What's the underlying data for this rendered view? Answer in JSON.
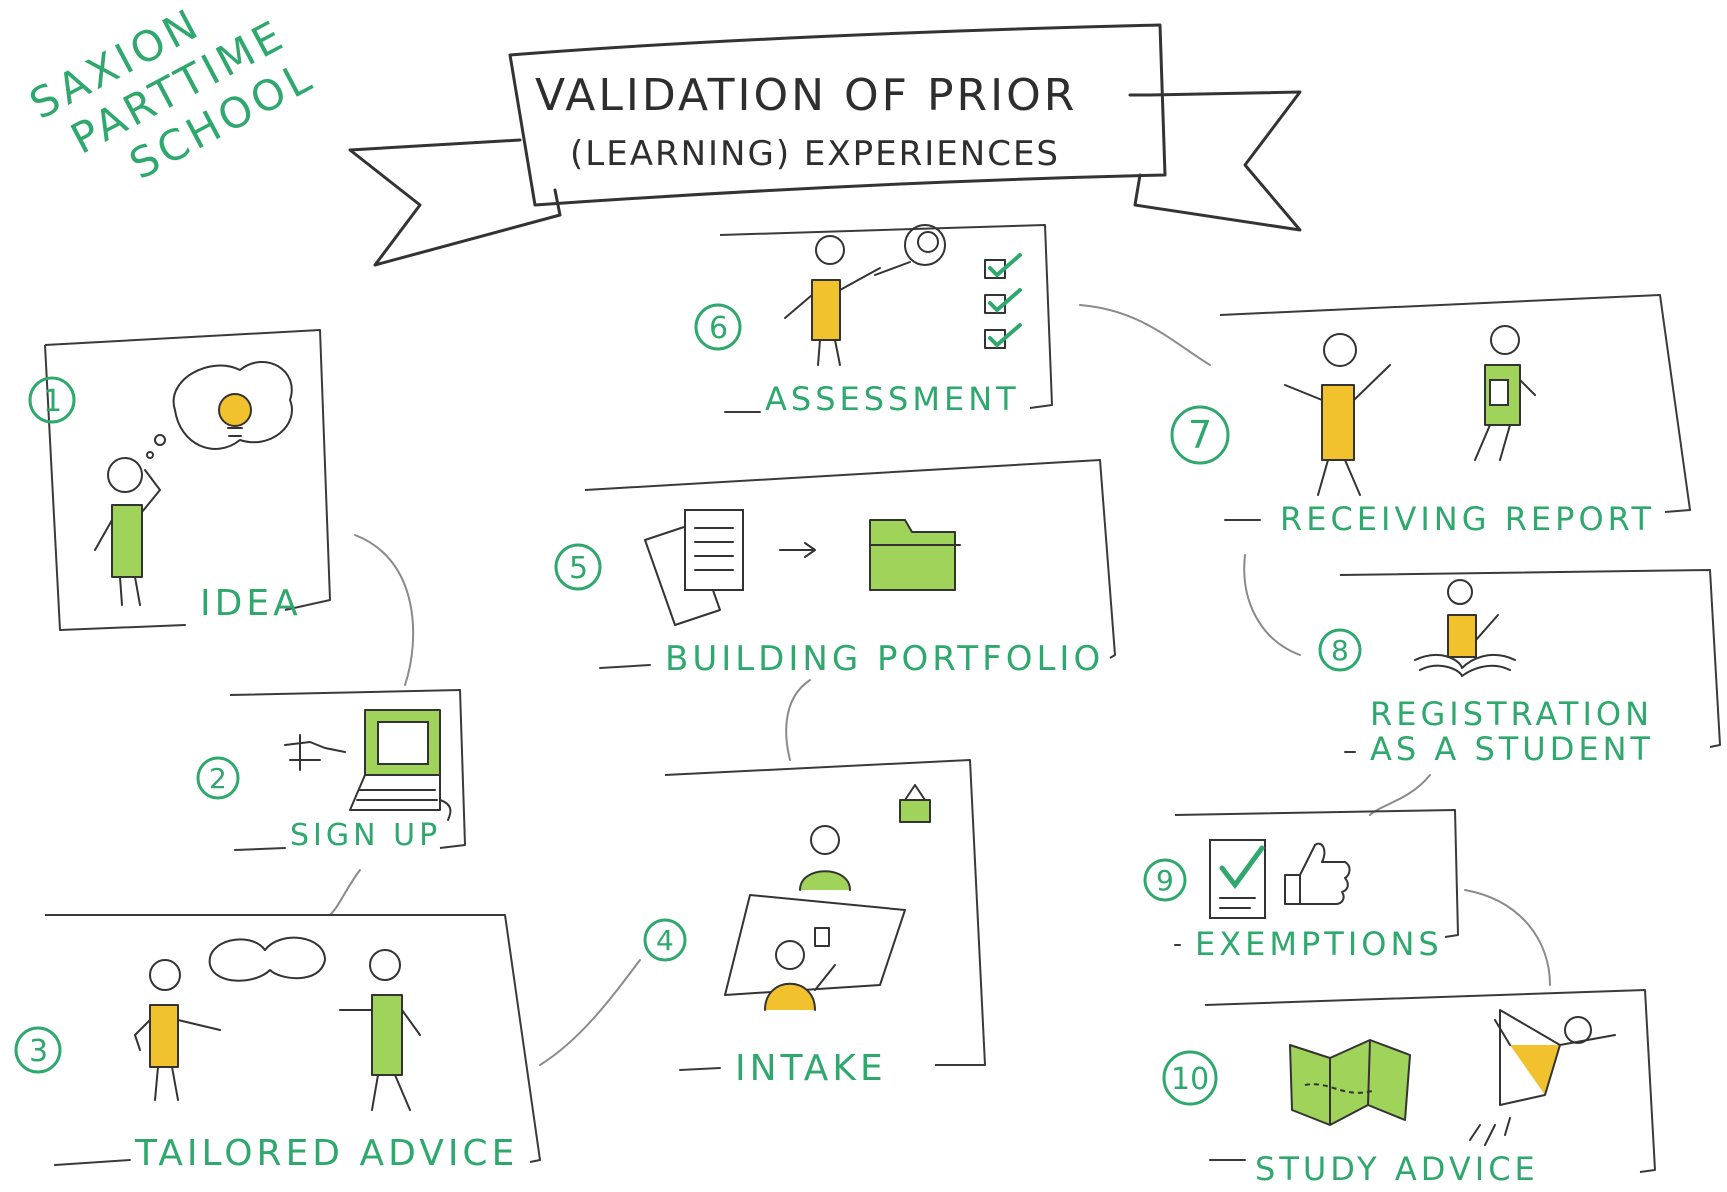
{
  "school": [
    "SAXION",
    "PARTTIME",
    "SCHOOL"
  ],
  "banner": {
    "line1": "VALIDATION   OF   PRIOR",
    "line2": "(LEARNING) EXPERIENCES"
  },
  "steps": [
    {
      "number": "1",
      "label": "IDEA"
    },
    {
      "number": "2",
      "label": "SIGN UP"
    },
    {
      "number": "3",
      "label": "TAILORED ADVICE"
    },
    {
      "number": "4",
      "label": "INTAKE"
    },
    {
      "number": "5",
      "label": "BUILDING PORTFOLIO"
    },
    {
      "number": "6",
      "label": "ASSESSMENT"
    },
    {
      "number": "7",
      "label": "RECEIVING REPORT"
    },
    {
      "number": "8",
      "label": [
        "REGISTRATION",
        "AS A STUDENT"
      ]
    },
    {
      "number": "9",
      "label": "EXEMPTIONS"
    },
    {
      "number": "10",
      "label": "STUDY ADVICE"
    }
  ],
  "colors": {
    "accent_green": "#2fa86e",
    "fill_green": "#9fd35a",
    "fill_yellow": "#f2c12e",
    "ink": "#333333"
  }
}
